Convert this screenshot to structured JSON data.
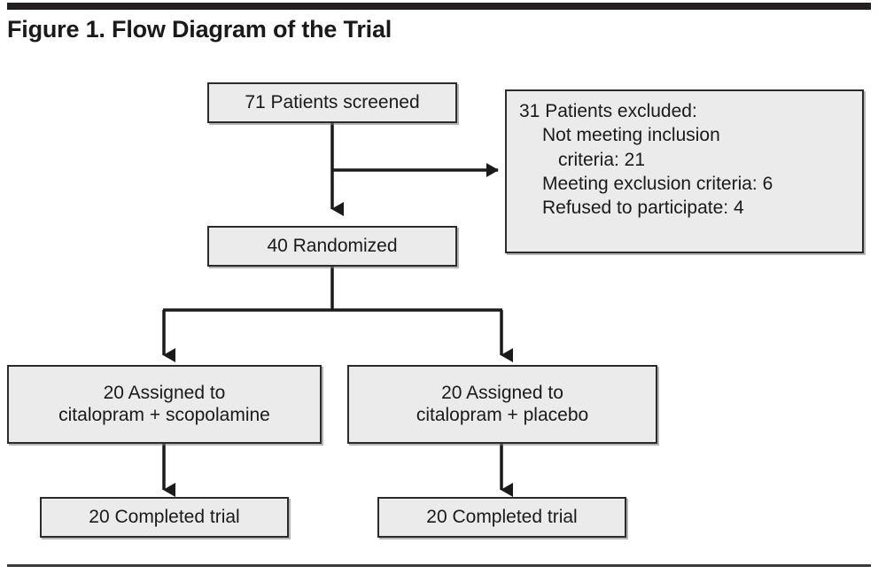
{
  "figure": {
    "title": "Figure 1. Flow Diagram of the Trial"
  },
  "nodes": {
    "screened": {
      "text": "71 Patients screened"
    },
    "excluded": {
      "head": "31 Patients excluded:",
      "item1": "Not meeting inclusion",
      "item1_cont": "criteria: 21",
      "item2": "Meeting exclusion criteria: 6",
      "item3": "Refused to participate: 4"
    },
    "randomized": {
      "text": "40 Randomized"
    },
    "assigned_left": {
      "line1": "20 Assigned to",
      "line2": "citalopram + scopolamine"
    },
    "assigned_right": {
      "line1": "20 Assigned to",
      "line2": "citalopram + placebo"
    },
    "completed_left": {
      "text": "20 Completed trial"
    },
    "completed_right": {
      "text": "20 Completed trial"
    }
  },
  "colors": {
    "box_fill": "#ebebeb",
    "box_border": "#2b2b2b",
    "rule": "#231f20",
    "text": "#1a1a1a"
  },
  "connectors": [
    {
      "name": "screened-to-randomized",
      "from": "screened",
      "to": "randomized"
    },
    {
      "name": "screened-to-excluded",
      "from": "screened",
      "to": "excluded"
    },
    {
      "name": "randomized-to-assigned-left",
      "from": "randomized",
      "to": "assigned_left"
    },
    {
      "name": "randomized-to-assigned-right",
      "from": "randomized",
      "to": "assigned_right"
    },
    {
      "name": "assigned-left-to-completed-left",
      "from": "assigned_left",
      "to": "completed_left"
    },
    {
      "name": "assigned-right-to-completed-right",
      "from": "assigned_right",
      "to": "completed_right"
    }
  ]
}
